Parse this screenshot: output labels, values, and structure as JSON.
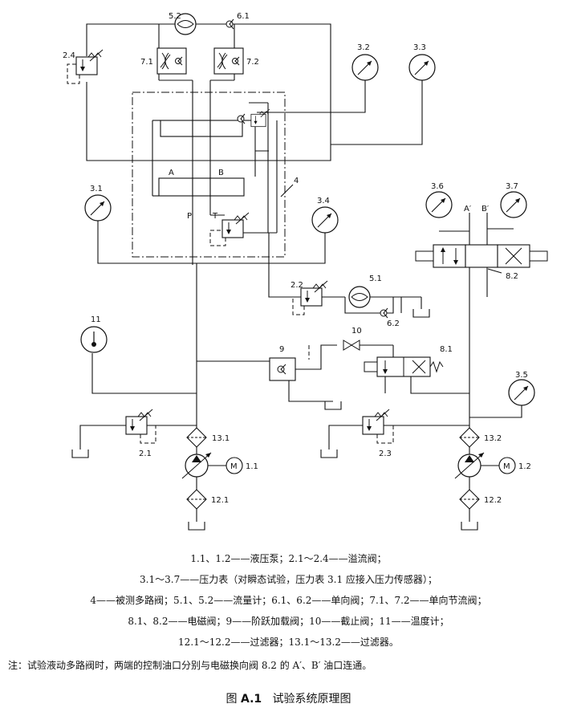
{
  "diagram": {
    "labels": {
      "c5_2": "5.2",
      "c6_1": "6.1",
      "c2_4": "2.4",
      "c7_1": "7.1",
      "c7_2": "7.2",
      "c3_2": "3.2",
      "c3_3": "3.3",
      "c3_1": "3.1",
      "c3_4": "3.4",
      "c4": "4",
      "portA": "A",
      "portB": "B",
      "portP": "P",
      "portT": "T",
      "c3_6": "3.6",
      "c3_7": "3.7",
      "portA2": "A′",
      "portB2": "B′",
      "c8_2": "8.2",
      "c2_2": "2.2",
      "c5_1": "5.1",
      "c6_2": "6.2",
      "c11": "11",
      "c9": "9",
      "c10": "10",
      "c8_1": "8.1",
      "c3_5": "3.5",
      "c13_1": "13.1",
      "c13_2": "13.2",
      "c2_1": "2.1",
      "c2_3": "2.3",
      "c1_1": "1.1",
      "c1_2": "1.2",
      "c12_1": "12.1",
      "c12_2": "12.2",
      "motor1": "M",
      "motor2": "M"
    }
  },
  "legend": {
    "line1": "1.1、1.2——液压泵；2.1～2.4——溢流阀；",
    "line2": "3.1～3.7——压力表（对瞬态试验，压力表 3.1 应接入压力传感器）；",
    "line3": "4——被测多路阀；5.1、5.2——流量计；6.1、6.2——单向阀；7.1、7.2——单向节流阀；",
    "line4": "8.1、8.2——电磁阀；9——阶跃加载阀；10——截止阀；11——温度计；",
    "line5": "12.1～12.2——过滤器；13.1～13.2——过滤器。"
  },
  "note": "注：试验液动多路阀时，两端的控制油口分别与电磁换向阀 8.2 的 A′、B′ 油口连通。",
  "caption": {
    "prefix": "图",
    "number": "A.1",
    "title": "试验系统原理图"
  }
}
